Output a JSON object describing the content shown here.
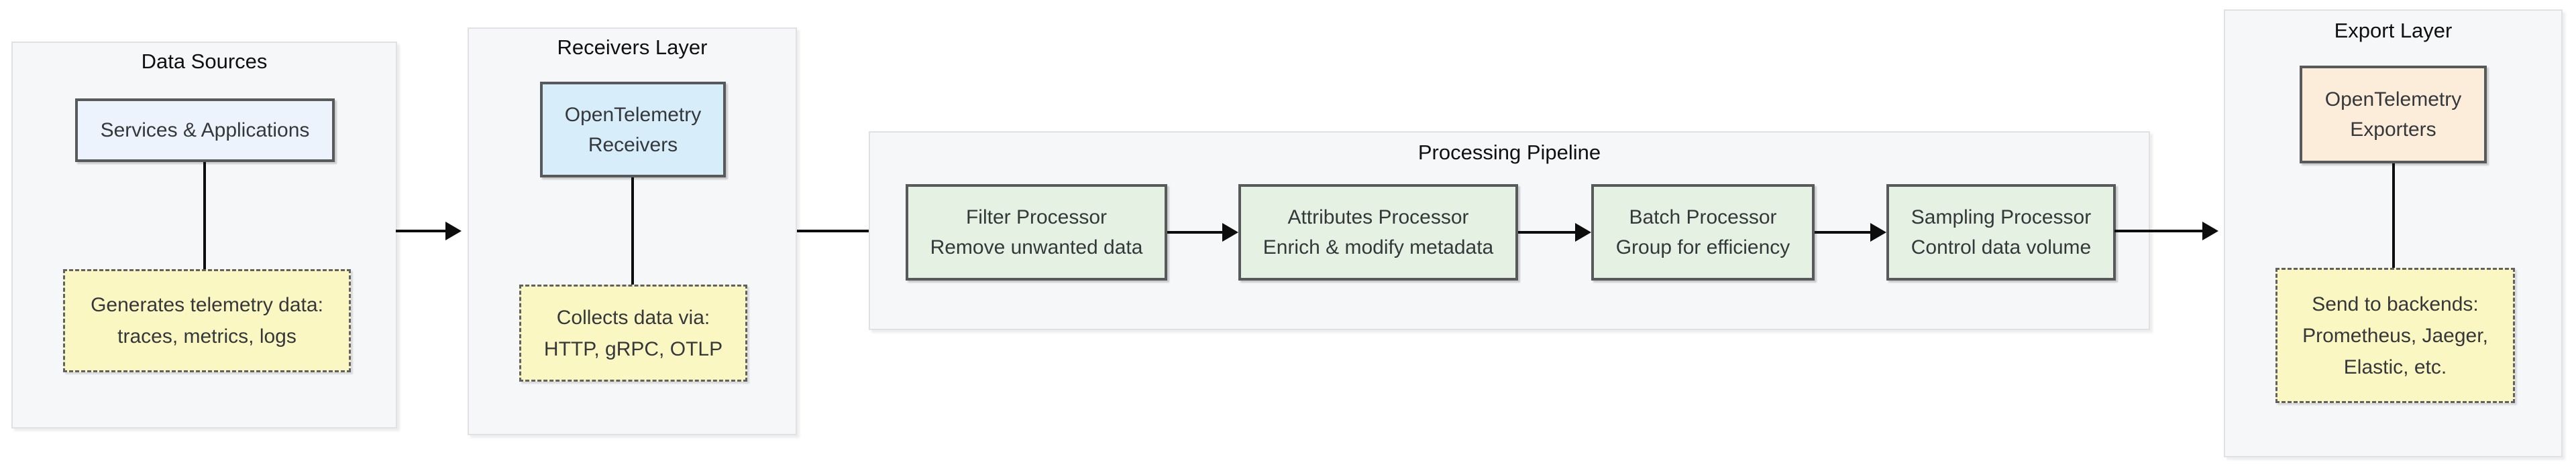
{
  "diagram": {
    "colors": {
      "container_bg": "#f6f7f9",
      "container_border": "#dfe1e5",
      "node_border": "#58595b",
      "blue_light": "#ecf3fc",
      "blue": "#d7edfa",
      "green": "#e4f1e3",
      "peach": "#fcedda",
      "yellow": "#fbf7c2",
      "dashed_border": "#5f6164",
      "arrow": "#0d0d0d",
      "text": "#35383b",
      "title_text": "#101010"
    },
    "containers": {
      "data_sources": {
        "title": "Data Sources",
        "node": {
          "lines": [
            "Services & Applications"
          ]
        },
        "note": {
          "lines": [
            "Generates telemetry data:",
            "traces, metrics, logs"
          ]
        }
      },
      "receivers": {
        "title": "Receivers Layer",
        "node": {
          "lines": [
            "OpenTelemetry",
            "Receivers"
          ]
        },
        "note": {
          "lines": [
            "Collects data via:",
            "HTTP, gRPC, OTLP"
          ]
        }
      },
      "processing": {
        "title": "Processing Pipeline",
        "nodes": [
          {
            "lines": [
              "Filter Processor",
              "Remove unwanted data"
            ]
          },
          {
            "lines": [
              "Attributes Processor",
              "Enrich & modify metadata"
            ]
          },
          {
            "lines": [
              "Batch Processor",
              "Group for efficiency"
            ]
          },
          {
            "lines": [
              "Sampling Processor",
              "Control data volume"
            ]
          }
        ]
      },
      "export": {
        "title": "Export Layer",
        "node": {
          "lines": [
            "OpenTelemetry",
            "Exporters"
          ]
        },
        "note": {
          "lines": [
            "Send to backends:",
            "Prometheus, Jaeger,",
            "Elastic, etc."
          ]
        }
      }
    }
  }
}
